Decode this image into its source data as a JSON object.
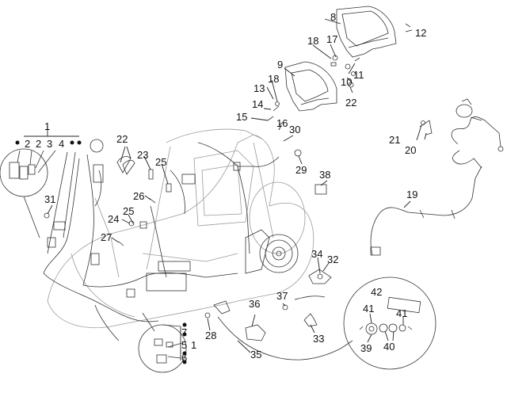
{
  "callouts": [
    {
      "id": "c1",
      "text": "1"
    },
    {
      "id": "c2a",
      "text": "2"
    },
    {
      "id": "c2b",
      "text": "2"
    },
    {
      "id": "c3",
      "text": "3"
    },
    {
      "id": "c4",
      "text": "4"
    },
    {
      "id": "c5",
      "text": "5"
    },
    {
      "id": "c1b",
      "text": "1"
    },
    {
      "id": "c6",
      "text": "6"
    },
    {
      "id": "c7",
      "text": "7"
    },
    {
      "id": "c8",
      "text": "8"
    },
    {
      "id": "c9",
      "text": "9"
    },
    {
      "id": "c10",
      "text": "10"
    },
    {
      "id": "c11",
      "text": "11"
    },
    {
      "id": "c12",
      "text": "12"
    },
    {
      "id": "c13",
      "text": "13"
    },
    {
      "id": "c14",
      "text": "14"
    },
    {
      "id": "c15",
      "text": "15"
    },
    {
      "id": "c16",
      "text": "16"
    },
    {
      "id": "c17",
      "text": "17"
    },
    {
      "id": "c18a",
      "text": "18"
    },
    {
      "id": "c18b",
      "text": "18"
    },
    {
      "id": "c19",
      "text": "19"
    },
    {
      "id": "c20",
      "text": "20"
    },
    {
      "id": "c21",
      "text": "21"
    },
    {
      "id": "c22a",
      "text": "22"
    },
    {
      "id": "c22b",
      "text": "22"
    },
    {
      "id": "c23",
      "text": "23"
    },
    {
      "id": "c24",
      "text": "24"
    },
    {
      "id": "c25a",
      "text": "25"
    },
    {
      "id": "c25b",
      "text": "25"
    },
    {
      "id": "c26",
      "text": "26"
    },
    {
      "id": "c27",
      "text": "27"
    },
    {
      "id": "c28",
      "text": "28"
    },
    {
      "id": "c29",
      "text": "29"
    },
    {
      "id": "c30",
      "text": "30"
    },
    {
      "id": "c31",
      "text": "31"
    },
    {
      "id": "c32",
      "text": "32"
    },
    {
      "id": "c33",
      "text": "33"
    },
    {
      "id": "c34",
      "text": "34"
    },
    {
      "id": "c35",
      "text": "35"
    },
    {
      "id": "c36",
      "text": "36"
    },
    {
      "id": "c37",
      "text": "37"
    },
    {
      "id": "c38",
      "text": "38"
    },
    {
      "id": "c39",
      "text": "39"
    },
    {
      "id": "c40",
      "text": "40"
    },
    {
      "id": "c41a",
      "text": "41"
    },
    {
      "id": "c41b",
      "text": "41"
    },
    {
      "id": "c42",
      "text": "42"
    }
  ]
}
